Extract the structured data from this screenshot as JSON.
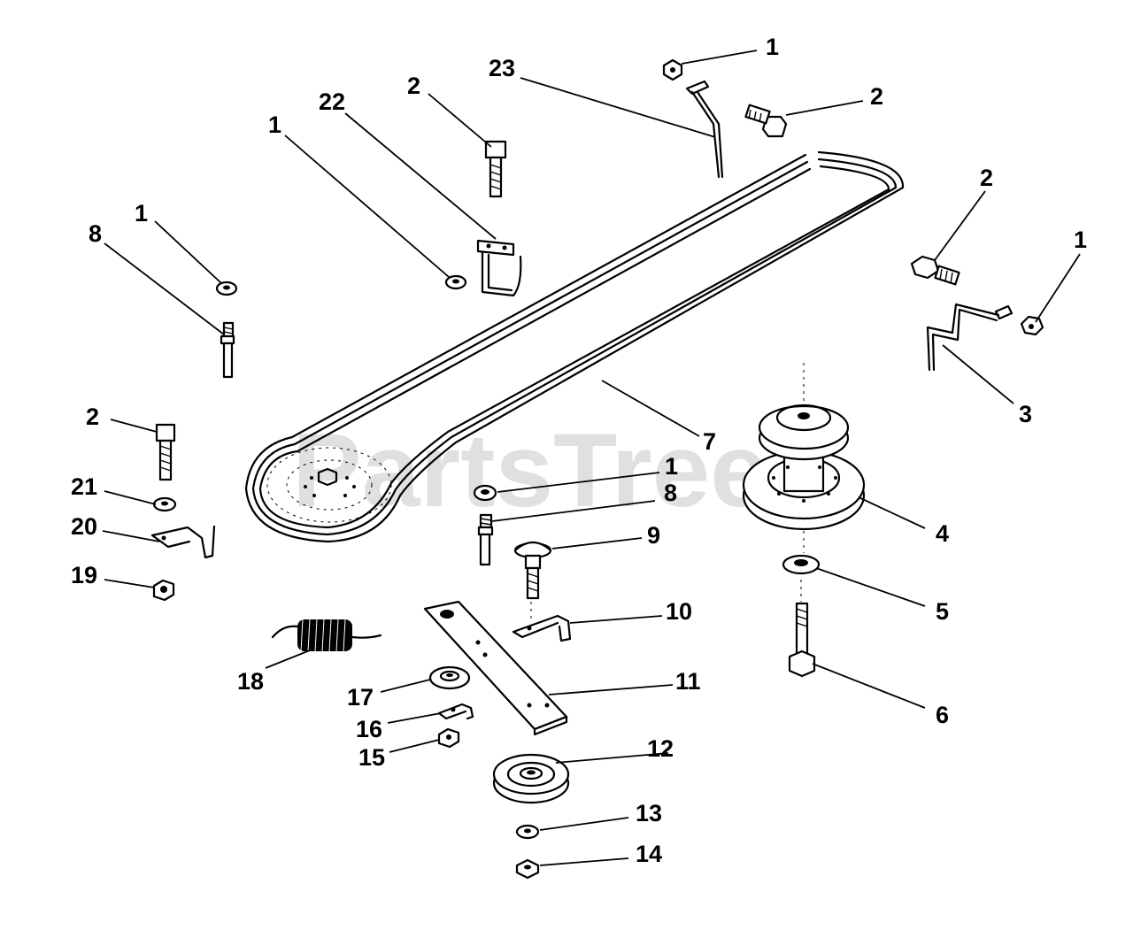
{
  "watermark": "PartsTree",
  "callouts": [
    {
      "id": "c1a",
      "label": "1"
    },
    {
      "id": "c23",
      "label": "23"
    },
    {
      "id": "c2a",
      "label": "2"
    },
    {
      "id": "c2b",
      "label": "2"
    },
    {
      "id": "c22",
      "label": "22"
    },
    {
      "id": "c1b",
      "label": "1"
    },
    {
      "id": "c1c",
      "label": "1"
    },
    {
      "id": "c8a",
      "label": "8"
    },
    {
      "id": "c2c",
      "label": "2"
    },
    {
      "id": "c1d",
      "label": "1"
    },
    {
      "id": "c3",
      "label": "3"
    },
    {
      "id": "c7",
      "label": "7"
    },
    {
      "id": "c2d",
      "label": "2"
    },
    {
      "id": "c1e",
      "label": "1"
    },
    {
      "id": "c8b",
      "label": "8"
    },
    {
      "id": "c21",
      "label": "21"
    },
    {
      "id": "c4",
      "label": "4"
    },
    {
      "id": "c20",
      "label": "20"
    },
    {
      "id": "c9",
      "label": "9"
    },
    {
      "id": "c19",
      "label": "19"
    },
    {
      "id": "c10",
      "label": "10"
    },
    {
      "id": "c5",
      "label": "5"
    },
    {
      "id": "c18",
      "label": "18"
    },
    {
      "id": "c11",
      "label": "11"
    },
    {
      "id": "c17",
      "label": "17"
    },
    {
      "id": "c6",
      "label": "6"
    },
    {
      "id": "c16",
      "label": "16"
    },
    {
      "id": "c15",
      "label": "15"
    },
    {
      "id": "c12",
      "label": "12"
    },
    {
      "id": "c13",
      "label": "13"
    },
    {
      "id": "c14",
      "label": "14"
    }
  ]
}
